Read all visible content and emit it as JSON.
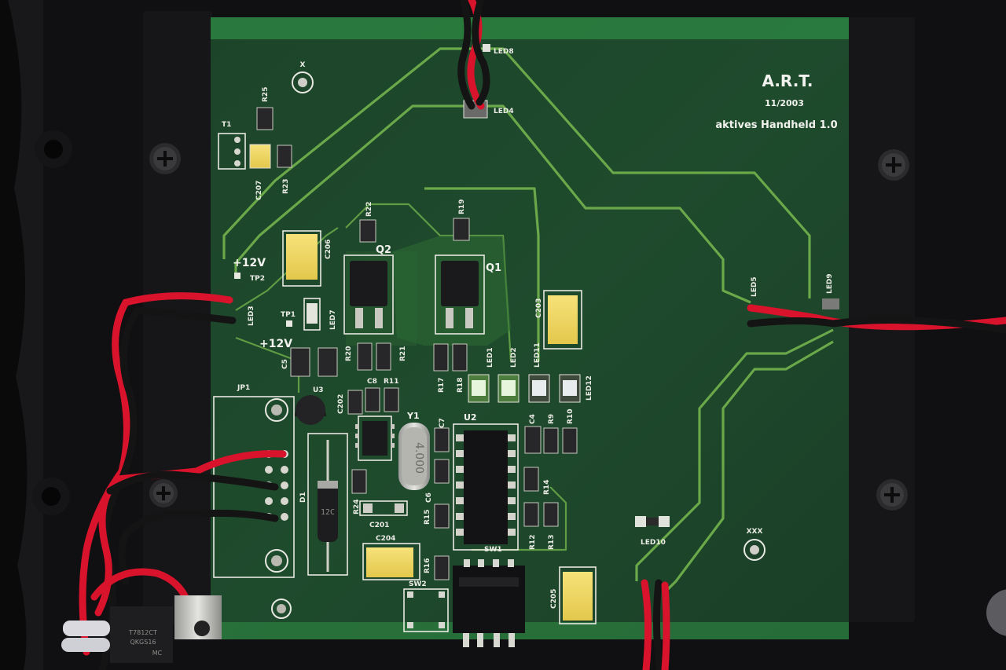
{
  "board": {
    "title": "A.R.T.",
    "date": "11/2003",
    "subtitle": "aktives Handheld 1.0"
  },
  "labels": {
    "x": "X",
    "xxx": "XXX",
    "v12_top": "+12V",
    "v12_bottom": "+12V",
    "tp1": "TP1",
    "tp2": "TP2",
    "jp1": "JP1",
    "q1": "Q1",
    "q2": "Q2",
    "u2": "U2",
    "u3": "U3",
    "y1": "Y1",
    "d1": "D1",
    "sw1": "SW1",
    "sw2": "SW2",
    "t1": "T1",
    "r25": "R25",
    "r23": "R23",
    "r22": "R22",
    "r19": "R19",
    "r20": "R20",
    "r21": "R21",
    "r17": "R17",
    "r18": "R18",
    "r11": "R11",
    "r9": "R9",
    "r10": "R10",
    "r12": "R12",
    "r13": "R13",
    "r14": "R14",
    "r15": "R15",
    "r16": "R16",
    "r24": "R24",
    "c5": "C5",
    "c6": "C6",
    "c7": "C7",
    "c8": "C8",
    "c4": "C4",
    "c201": "C201",
    "c202": "C202",
    "c203": "C203",
    "c204": "C204",
    "c205": "C205",
    "c206": "C206",
    "c207": "C207",
    "led1": "LED1",
    "led2": "LED2",
    "led3": "LED3",
    "led4": "LED4",
    "led5": "LED5",
    "led7": "LED7",
    "led8": "LED8",
    "led9": "LED9",
    "led10": "LED10",
    "led11": "LED11",
    "led12": "LED12"
  },
  "parts": {
    "crystal": "4.000",
    "diode": "12C",
    "regulator_line1": "T7812CT",
    "regulator_line2": "QKGS16",
    "regulator_mark": "MC"
  },
  "colors": {
    "pcb": "#1f4a2c",
    "trace": "#6aa84a",
    "silkscreen": "#f2f2ee",
    "wire_red": "#d8132b",
    "wire_black": "#141414"
  }
}
